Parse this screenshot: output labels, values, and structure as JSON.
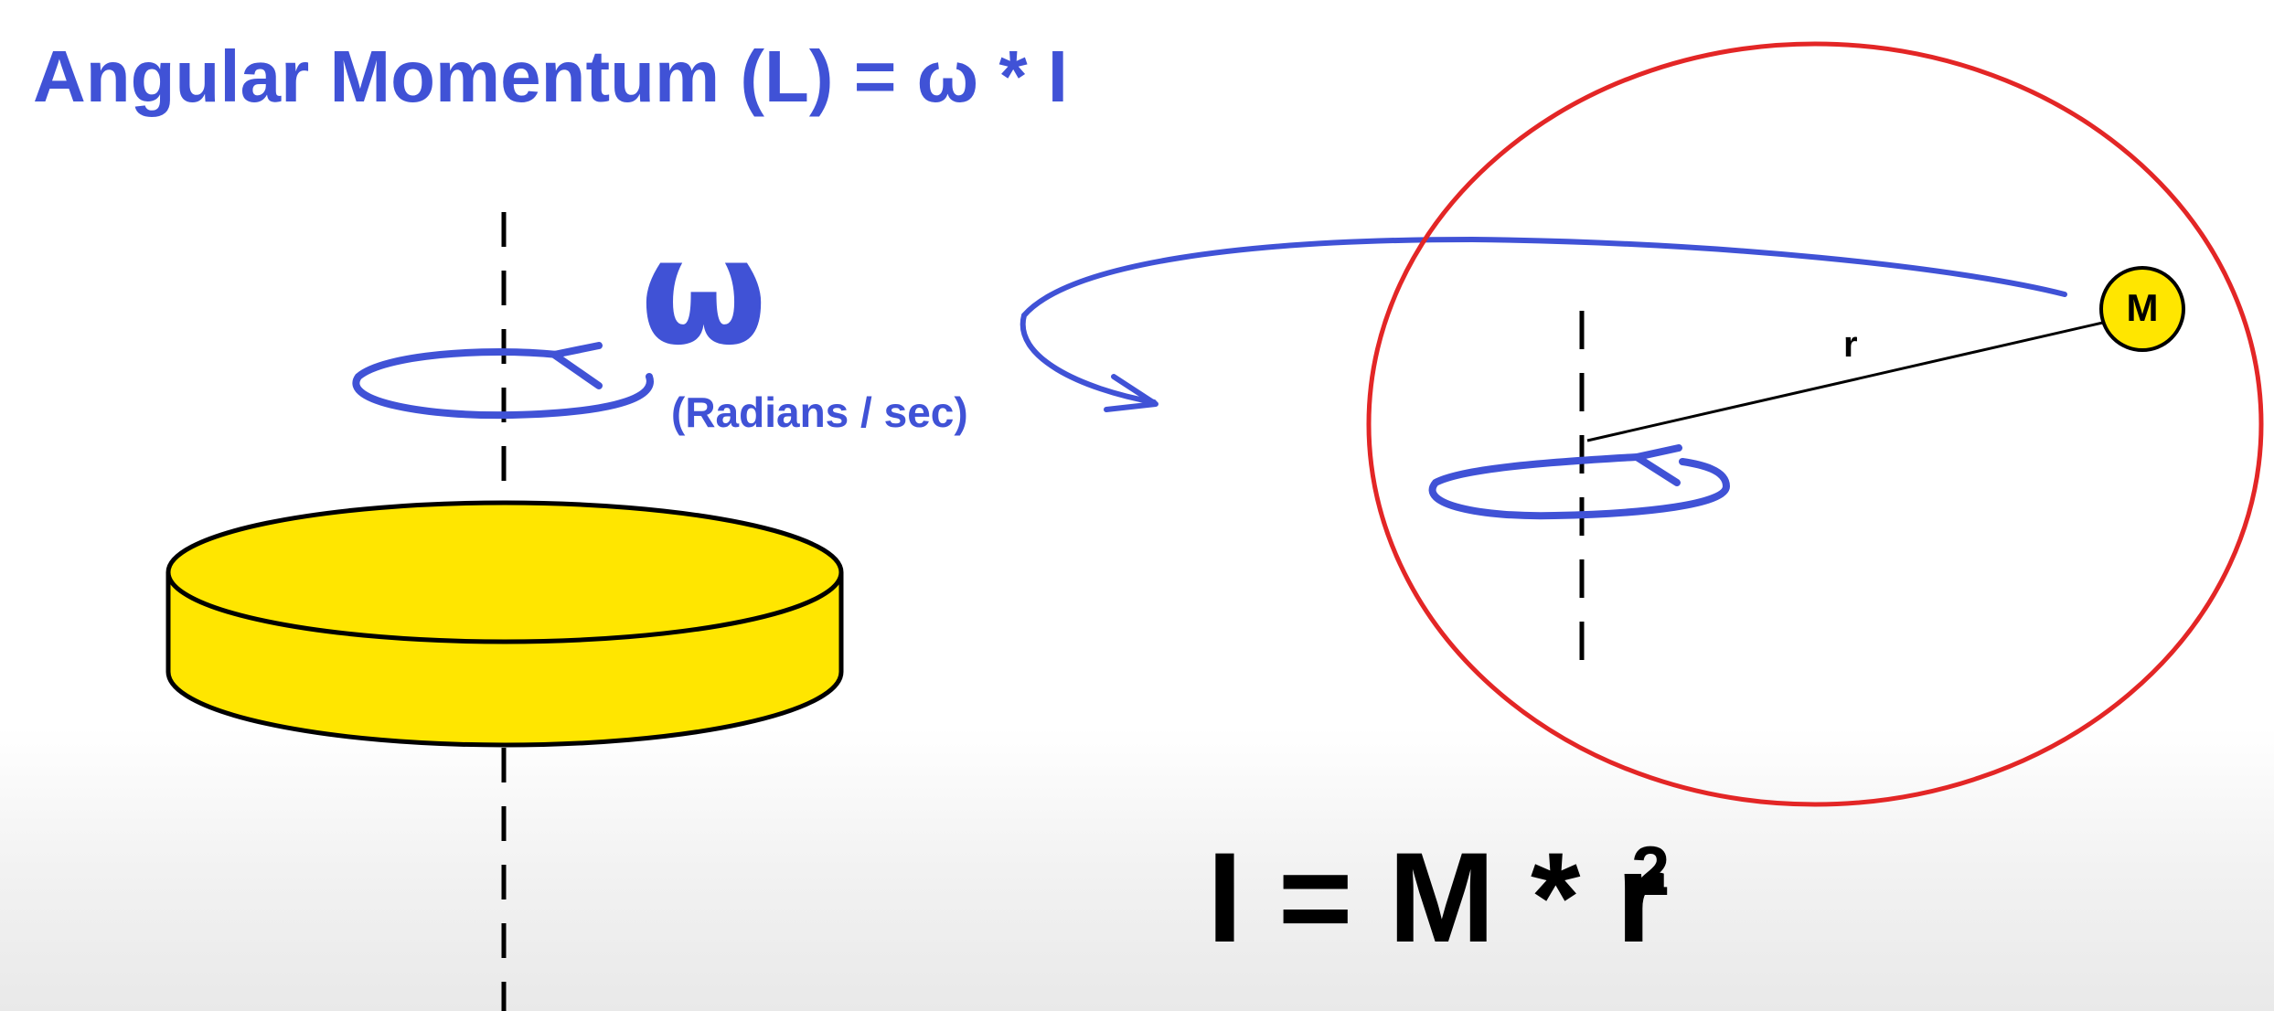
{
  "title": "Angular Momentum (L) = ω * I",
  "omega_symbol": "ω",
  "omega_units": "(Radians / sec)",
  "radius_label": "r",
  "mass_label": "M",
  "formula": {
    "text": "I = M * r",
    "exponent": "2"
  },
  "colors": {
    "accent_blue": "#4052d6",
    "disk_yellow": "#ffe600",
    "highlight_red": "#e32626",
    "ink": "#000000"
  }
}
